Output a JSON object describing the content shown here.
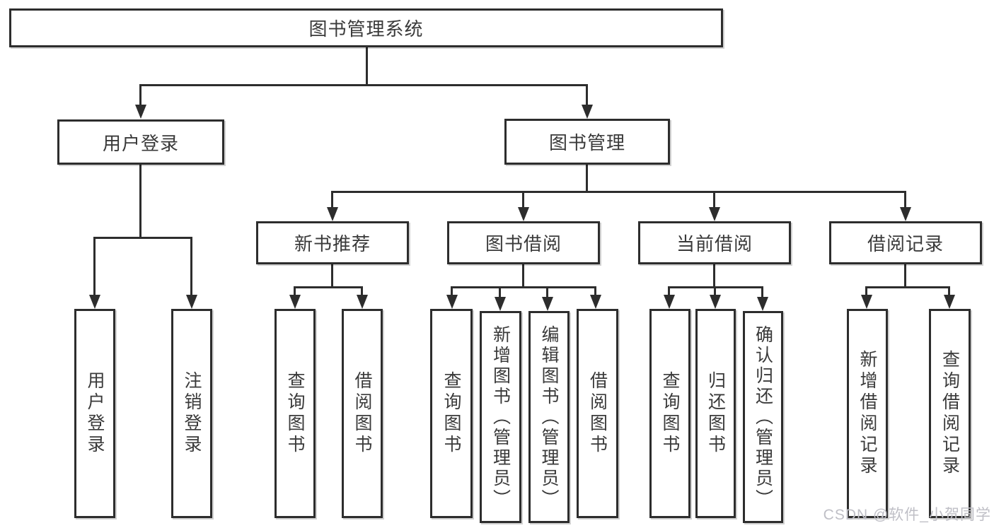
{
  "diagram": {
    "title": "图书管理系统",
    "nodes": {
      "root": "图书管理系统",
      "user_login": "用户登录",
      "book_mgmt": "图书管理",
      "ul_user_login": "用户登录",
      "ul_logout": "注销登录",
      "new_book_rec": "新书推荐",
      "book_borrow": "图书借阅",
      "current_borrow": "当前借阅",
      "borrow_records": "借阅记录",
      "nb_query_book": "查询图书",
      "nb_borrow_book": "借阅图书",
      "bb_query_book": "查询图书",
      "bb_add_book": "新增图书（管理员）",
      "bb_edit_book": "编辑图书（管理员）",
      "bb_borrow_book": "借阅图书",
      "cb_query_book": "查询图书",
      "cb_return_book": "归还图书",
      "cb_confirm_return": "确认归还（管理员）",
      "br_add_record": "新增借阅记录",
      "br_query_record": "查询借阅记录"
    },
    "edges": [
      [
        "root",
        "user_login"
      ],
      [
        "root",
        "book_mgmt"
      ],
      [
        "user_login",
        "ul_user_login"
      ],
      [
        "user_login",
        "ul_logout"
      ],
      [
        "book_mgmt",
        "new_book_rec"
      ],
      [
        "book_mgmt",
        "book_borrow"
      ],
      [
        "book_mgmt",
        "current_borrow"
      ],
      [
        "book_mgmt",
        "borrow_records"
      ],
      [
        "new_book_rec",
        "nb_query_book"
      ],
      [
        "new_book_rec",
        "nb_borrow_book"
      ],
      [
        "book_borrow",
        "bb_query_book"
      ],
      [
        "book_borrow",
        "bb_add_book"
      ],
      [
        "book_borrow",
        "bb_edit_book"
      ],
      [
        "book_borrow",
        "bb_borrow_book"
      ],
      [
        "current_borrow",
        "cb_query_book"
      ],
      [
        "current_borrow",
        "cb_return_book"
      ],
      [
        "current_borrow",
        "cb_confirm_return"
      ],
      [
        "borrow_records",
        "br_add_record"
      ],
      [
        "borrow_records",
        "br_query_record"
      ]
    ]
  },
  "watermark": {
    "text": "CSDN @软件_小贺同学"
  },
  "colors": {
    "line": "#2d2d2d",
    "box_border": "#2d2d2d",
    "text": "#3a3a3a",
    "background": "#ffffff",
    "watermark": "#bfbfc6"
  }
}
